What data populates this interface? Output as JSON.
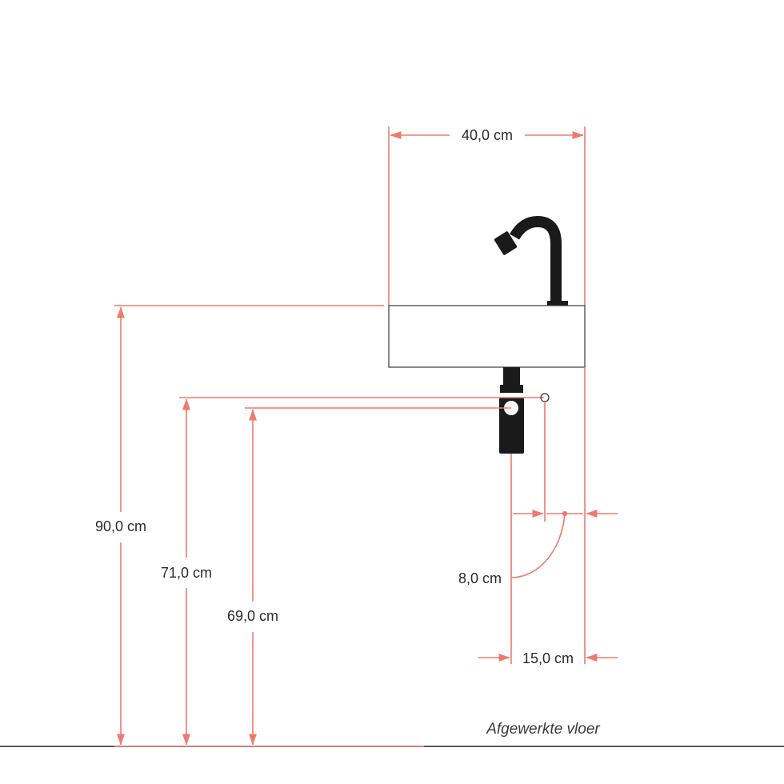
{
  "colors": {
    "dimension_line": "#EC7B6E",
    "fixture": "#1a1a1a",
    "outline": "#3a3a3a",
    "floor": "#222222"
  },
  "dimensions": {
    "width": "40,0 cm",
    "height_basin_top": "90,0 cm",
    "height_upper_drain": "71,0 cm",
    "height_lower_drain": "69,0 cm",
    "offset_drain": "8,0 cm",
    "offset_wall": "15,0 cm"
  },
  "floor_label": "Afgewerkte vloer"
}
